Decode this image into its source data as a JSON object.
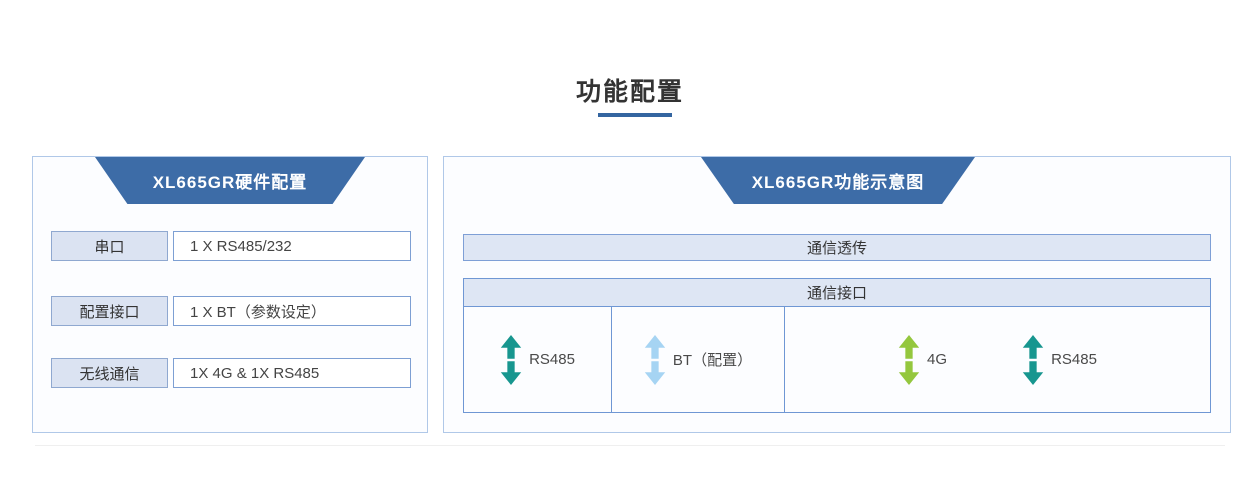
{
  "page": {
    "title": "功能配置"
  },
  "left_panel": {
    "header": "XL665GR硬件配置",
    "rows": [
      {
        "label": "串口",
        "value": "1 X RS485/232"
      },
      {
        "label": "配置接口",
        "value": "1 X BT（参数设定）"
      },
      {
        "label": "无线通信",
        "value": "1X 4G & 1X RS485"
      }
    ]
  },
  "right_panel": {
    "header": "XL665GR功能示意图",
    "passthrough_label": "通信透传",
    "interface_table": {
      "header": "通信接口",
      "cells": [
        {
          "items": [
            {
              "arrow_icon": "double-vertical-arrow",
              "arrow_color": "#17968f",
              "label": "RS485"
            }
          ]
        },
        {
          "items": [
            {
              "arrow_icon": "double-vertical-arrow",
              "arrow_color": "#a6d4f3",
              "label": "BT（配置）"
            }
          ]
        },
        {
          "items": [
            {
              "arrow_icon": "double-vertical-arrow",
              "arrow_color": "#94c73e",
              "label": "4G"
            },
            {
              "arrow_icon": "double-vertical-arrow",
              "arrow_color": "#17968f",
              "label": "RS485"
            }
          ]
        }
      ]
    }
  },
  "colors": {
    "header_trapezoid_blue": "#3d6ca7",
    "title_underline_blue": "#3465a0",
    "panel_border_blue": "#b0c8e8",
    "box_fill_blue": "#dee6f4",
    "box_border_blue": "#7e9fd6",
    "table_border_blue": "#6f97d4",
    "arrow_teal": "#17968f",
    "arrow_light_blue": "#a6d4f3",
    "arrow_green": "#94c73e"
  }
}
